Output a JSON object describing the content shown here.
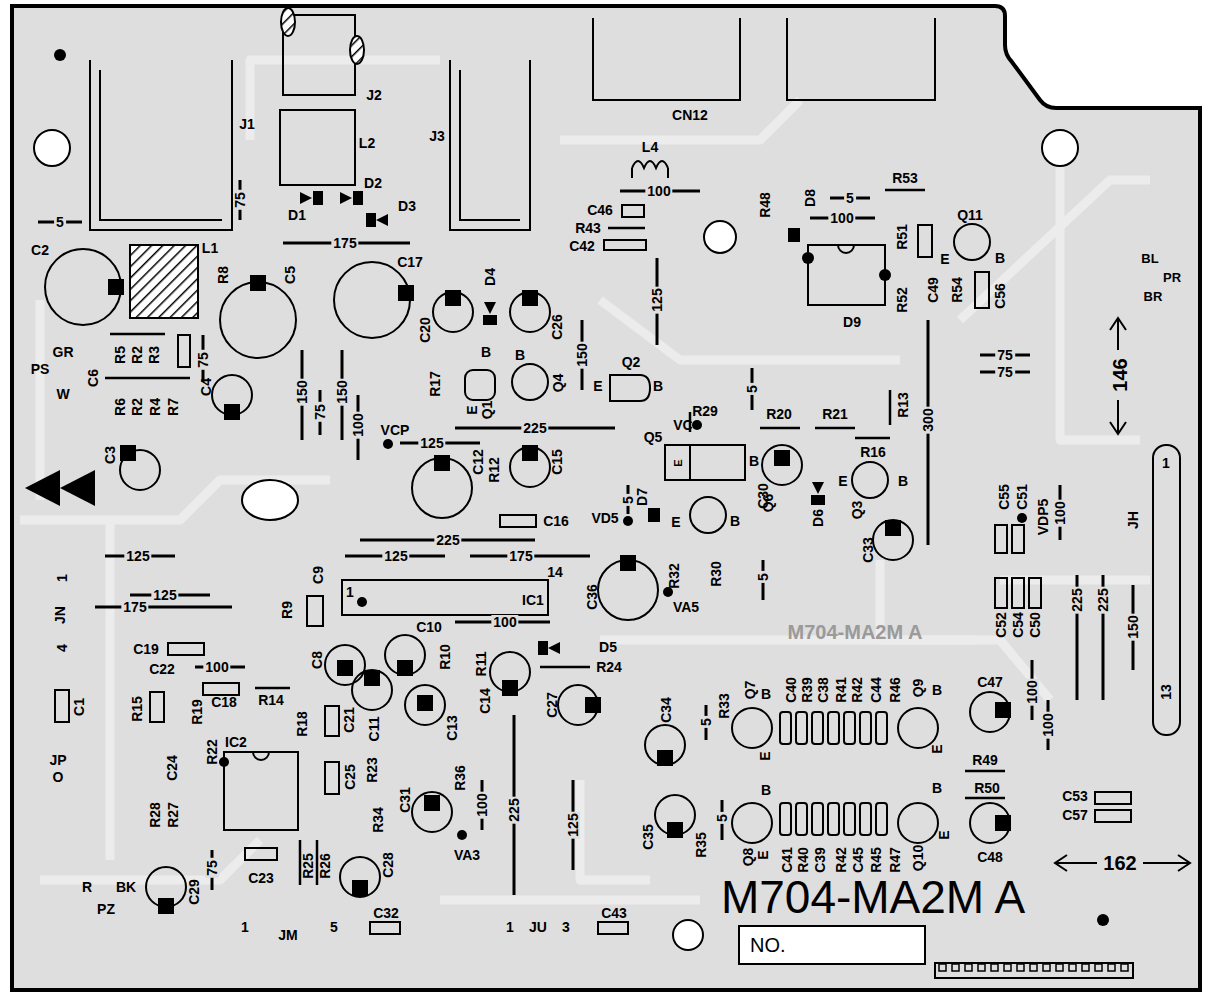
{
  "diagram": {
    "nodes": [
      {
        "text": [
          "NO."
        ]
      }
    ],
    "labels": [
      "J2",
      "J1",
      "L2",
      "J3",
      "CN12",
      "5",
      "75",
      "D1",
      "D2",
      "D3",
      "175",
      "L4",
      "100",
      "C46",
      "R43",
      "C42",
      "R48",
      "D8",
      "5",
      "R53",
      "100",
      "Q11",
      "E",
      "B",
      "BL",
      "PR",
      "BR",
      "R51",
      "R52",
      "C49",
      "R54",
      "C56",
      "D9",
      "C2",
      "L1",
      "R8",
      "C5",
      "C17",
      "C20",
      "D4",
      "C26",
      "125",
      "150",
      "GR",
      "PS",
      "W",
      "R5",
      "R2",
      "R3",
      "75",
      "C6",
      "R6",
      "R2",
      "R4",
      "R7",
      "C4",
      "C3",
      "150",
      "75",
      "150",
      "100",
      "R17",
      "B",
      "B",
      "E",
      "Q1",
      "Q4",
      "Q2",
      "E",
      "B",
      "5",
      "75",
      "75",
      "146",
      "VCP",
      "125",
      "225",
      "C12",
      "R12",
      "C15",
      "VC",
      "R29",
      "R20",
      "R21",
      "R13",
      "300",
      "R16",
      "E",
      "B",
      "Q5",
      "E",
      "B",
      "C30",
      "D6",
      "Q3",
      "C33",
      "VD5",
      "5",
      "D7",
      "E",
      "Q6",
      "B",
      "C16",
      "C55",
      "C51",
      "VDP5",
      "100",
      "JH",
      "1",
      "125",
      "225",
      "125",
      "175",
      "14",
      "1",
      "125",
      "JN",
      "175",
      "C9",
      "1",
      "IC1",
      "C36",
      "R32",
      "VA5",
      "R30",
      "5",
      "M704-MA2M A",
      "C52",
      "C54",
      "C50",
      "225",
      "225",
      "150",
      "13",
      "4",
      "R9",
      "C10",
      "100",
      "D5",
      "R24",
      "C19",
      "C22",
      "100",
      "C8",
      "R10",
      "R11",
      "C14",
      "C27",
      "C1",
      "R15",
      "R19",
      "C18",
      "R14",
      "C11",
      "C13",
      "C21",
      "R18",
      "C34",
      "R33",
      "Q7",
      "B",
      "E",
      "C40",
      "R39",
      "C38",
      "R41",
      "R42",
      "C44",
      "R46",
      "Q9",
      "B",
      "E",
      "C47",
      "100",
      "100",
      "R49",
      "5",
      "JP",
      "O",
      "R22",
      "C24",
      "IC2",
      "C25",
      "R23",
      "R28",
      "R27",
      "C31",
      "R36",
      "100",
      "225",
      "125",
      "R34",
      "VA3",
      "R50",
      "C53",
      "C57",
      "C35",
      "R35",
      "5",
      "Q8",
      "E",
      "B",
      "C41",
      "R40",
      "C39",
      "R42",
      "C45",
      "R45",
      "R47",
      "Q10",
      "E",
      "B",
      "C48",
      "162",
      "R25",
      "R26",
      "C28",
      "C23",
      "75",
      "R",
      "BK",
      "PZ",
      "C29",
      "1",
      "JM",
      "5",
      "C32",
      "1",
      "JU",
      "3",
      "C43",
      "M704-MA2M A"
    ]
  }
}
